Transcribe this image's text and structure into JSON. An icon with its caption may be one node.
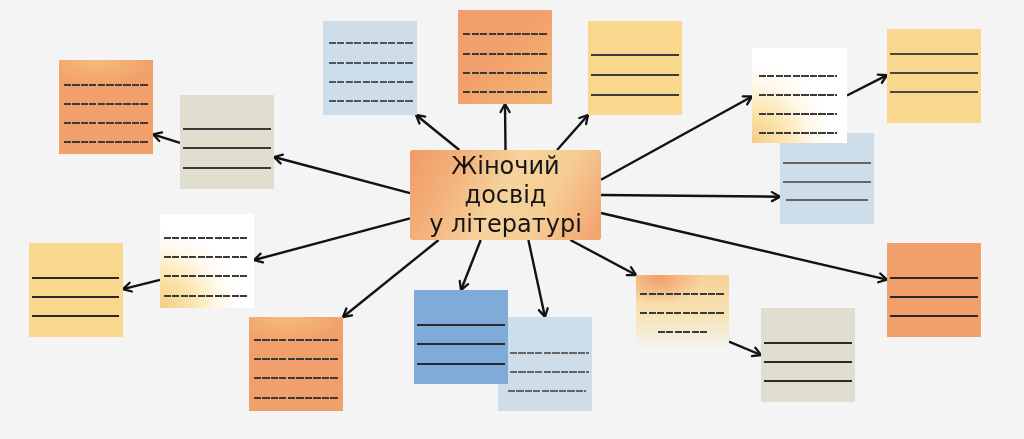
{
  "diagram": {
    "nodes": [
      {
        "text": [
          "Жіночий досвід у літературі"
        ]
      },
      {
        "text": [],
        "shape": "box"
      },
      {
        "text": [],
        "shape": "box"
      },
      {
        "text": [],
        "shape": "box"
      },
      {
        "text": [],
        "shape": "box"
      },
      {
        "text": [],
        "shape": "box"
      },
      {
        "text": [],
        "shape": "box"
      },
      {
        "text": [],
        "shape": "box"
      },
      {
        "text": [],
        "shape": "box"
      },
      {
        "text": [],
        "shape": "box"
      },
      {
        "text": [],
        "shape": "box"
      },
      {
        "text": [],
        "shape": "box"
      },
      {
        "text": [],
        "shape": "box"
      },
      {
        "text": [],
        "shape": "box"
      },
      {
        "text": [],
        "shape": "box"
      },
      {
        "text": [],
        "shape": "box"
      },
      {
        "text": [],
        "shape": "box"
      }
    ],
    "edges": [
      {
        "from": 0,
        "to": 8,
        "arrow": "to"
      },
      {
        "from": 0,
        "to": 6,
        "arrow": "to"
      },
      {
        "from": 0,
        "to": 10,
        "arrow": "to"
      },
      {
        "from": 0,
        "to": 12,
        "arrow": "to"
      },
      {
        "from": 12,
        "to": 15,
        "arrow": "to"
      },
      {
        "from": 0,
        "to": 14,
        "arrow": "to"
      },
      {
        "from": 0,
        "to": 16,
        "arrow": "to"
      },
      {
        "from": 0,
        "to": 11,
        "arrow": "to"
      },
      {
        "from": 11,
        "to": 13,
        "arrow": "to"
      },
      {
        "from": 0,
        "to": 9,
        "arrow": "to"
      },
      {
        "from": 0,
        "to": 7,
        "arrow": "to"
      },
      {
        "from": 0,
        "to": 5,
        "arrow": "to"
      },
      {
        "from": 0,
        "to": 3,
        "arrow": "to"
      },
      {
        "from": 3,
        "to": 1,
        "arrow": "to"
      },
      {
        "from": 0,
        "to": 4,
        "arrow": "to"
      },
      {
        "from": 4,
        "to": 2,
        "arrow": "to"
      }
    ]
  }
}
